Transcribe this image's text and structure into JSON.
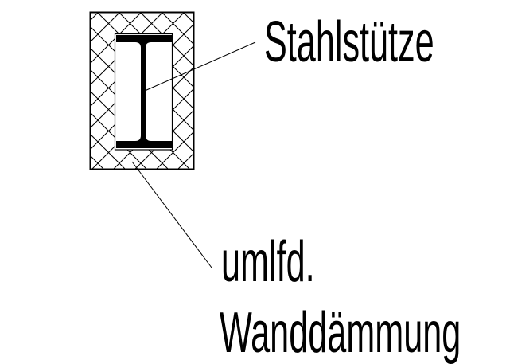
{
  "meta": {
    "background": "#ffffff",
    "ink": "#000000",
    "drawing_type": "construction-detail-section"
  },
  "labels": {
    "steel_column": "Stahlstütze",
    "insulation_line1": "umlfd.",
    "insulation_line2": "Wanddämmung"
  }
}
